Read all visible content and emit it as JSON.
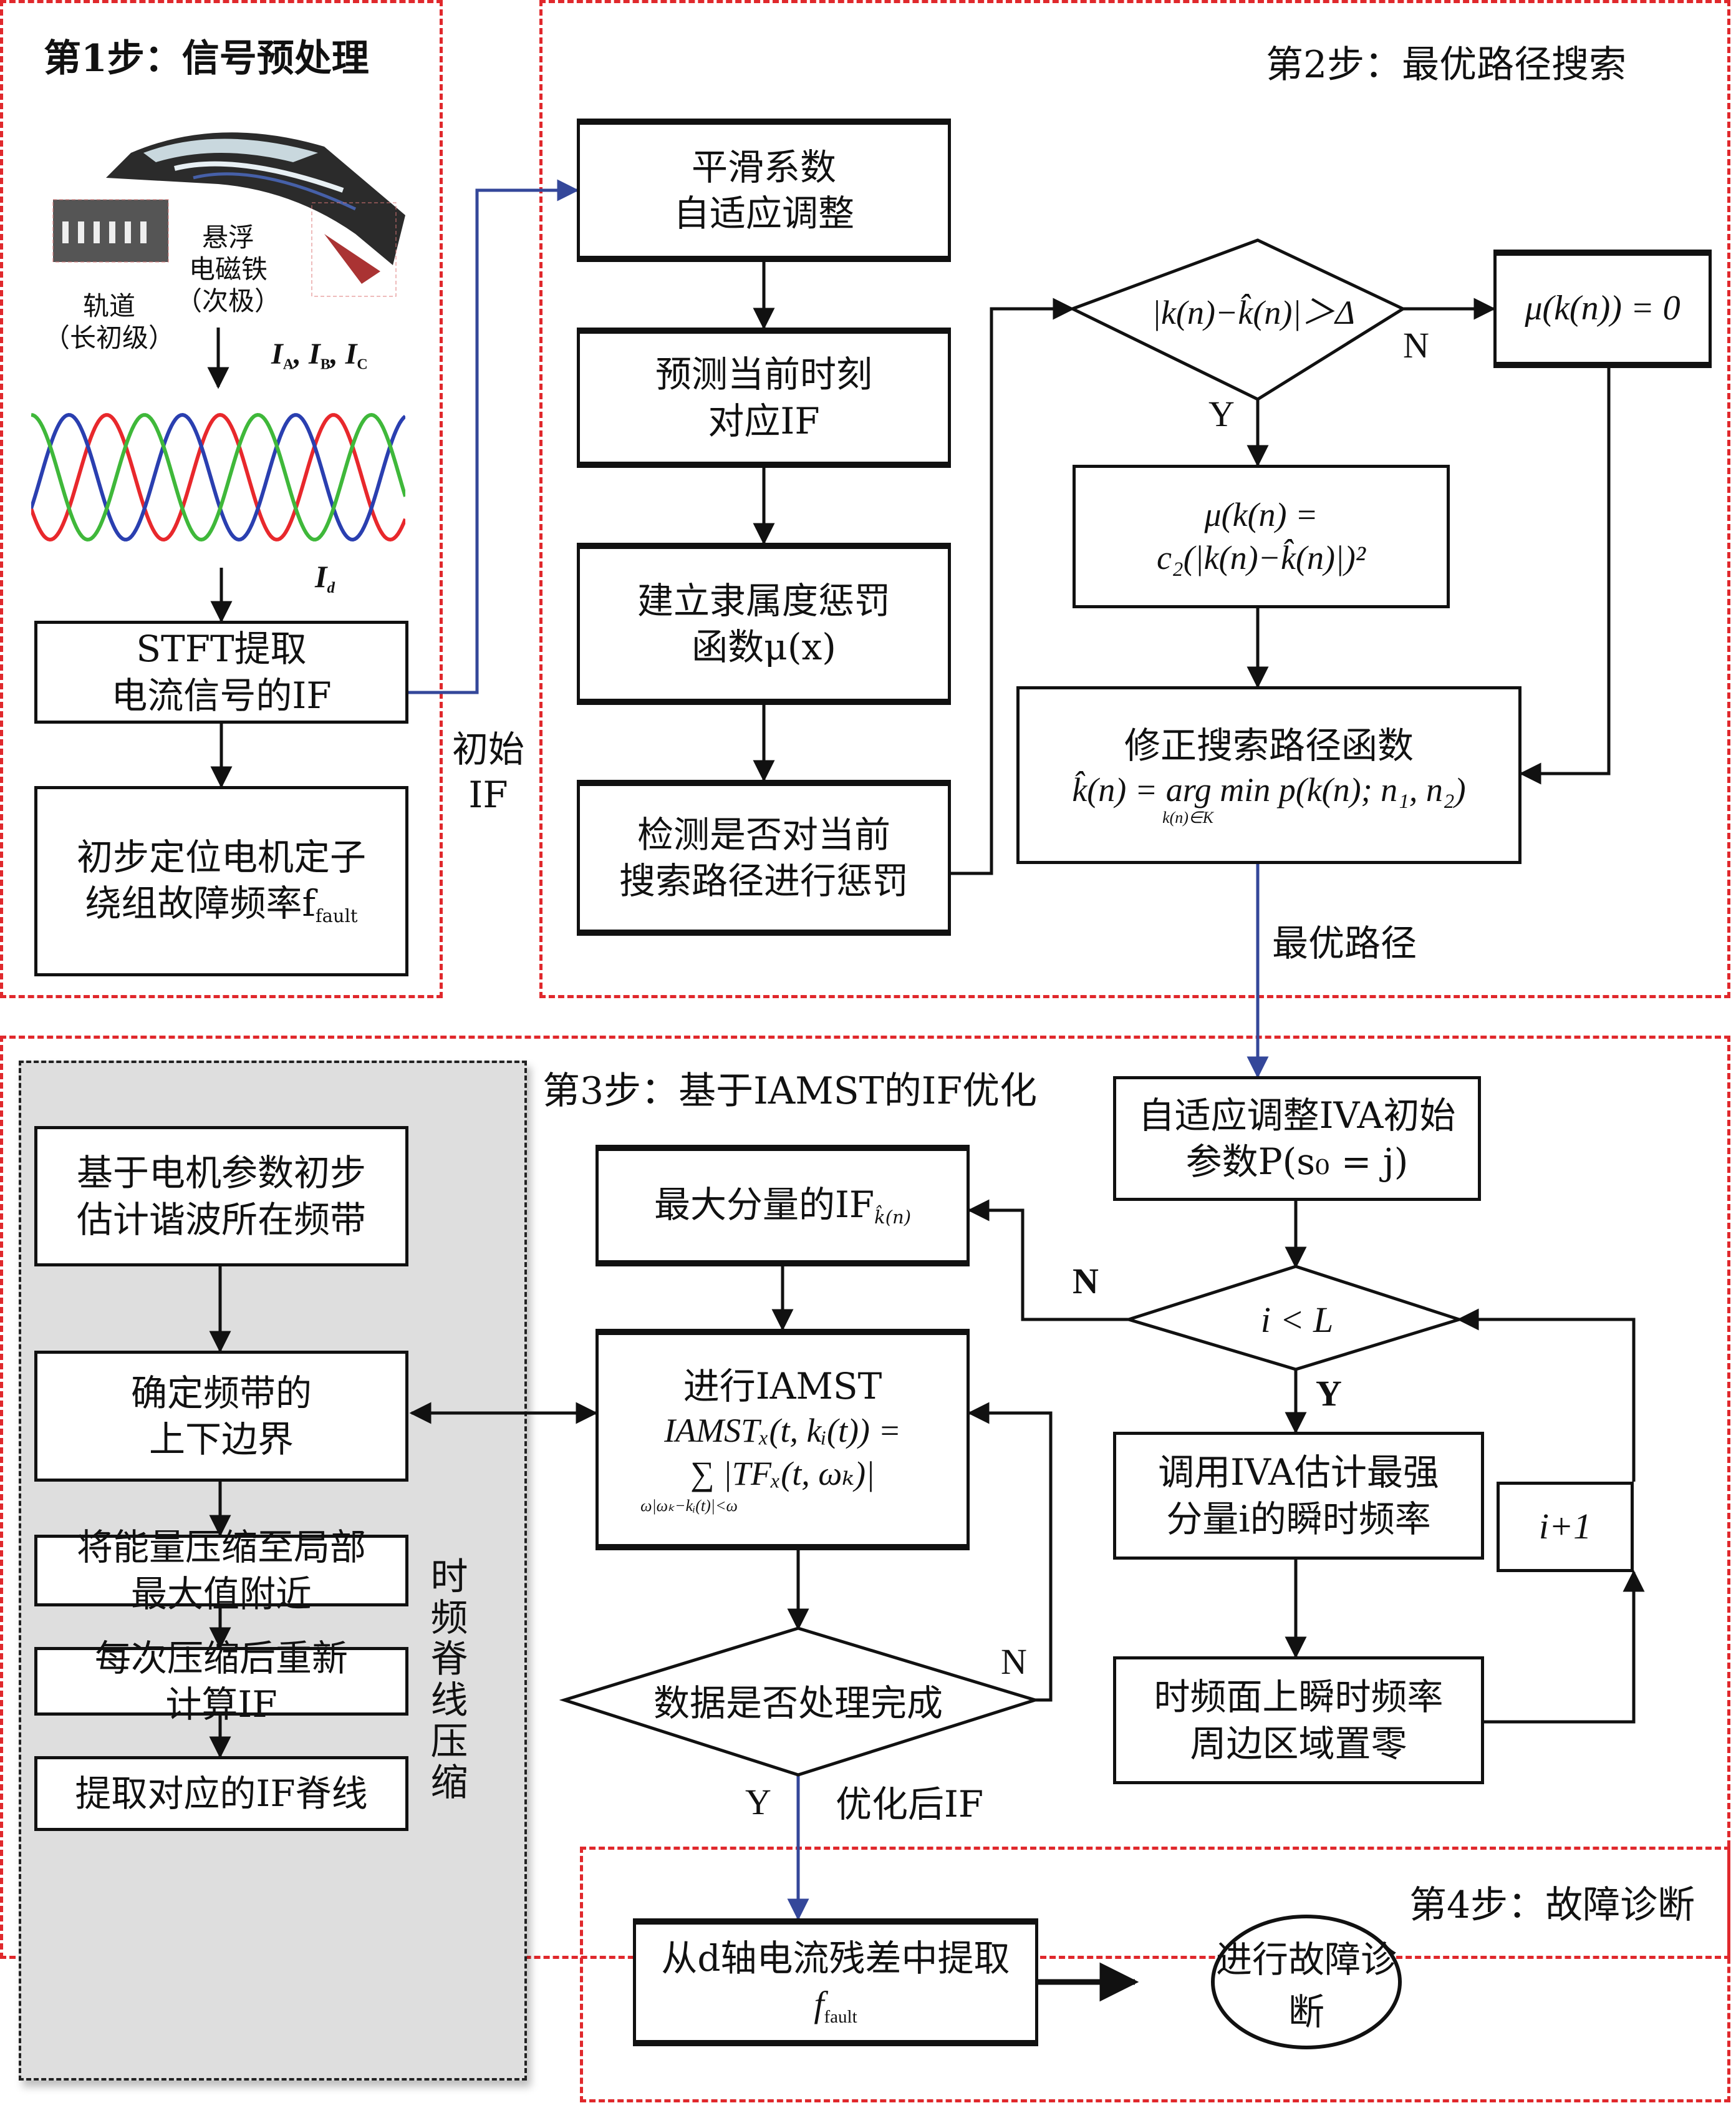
{
  "step1": {
    "title": "第1步：信号预处理",
    "image_labels": {
      "track": "轨道",
      "track_sub": "（长初级）",
      "magnet": "悬浮",
      "magnet2": "电磁铁",
      "magnet_sub": "（次极）"
    },
    "currents_label": "I_A, I_B, I_C",
    "id_label": "I_d",
    "box_stft_line1": "STFT提取",
    "box_stft_line2": "电流信号的IF",
    "box_locate_line1": "初步定位电机定子",
    "box_locate_line2": "绕组故障频率f",
    "box_locate_sub": "fault",
    "waveform_series": [
      "phase-A (red)",
      "phase-B (blue)",
      "phase-C (green)"
    ],
    "waveform_colors": [
      "#e8282c",
      "#2a3fb0",
      "#3fb83a"
    ]
  },
  "connector_initial_if": {
    "line1": "初始",
    "line2": "IF"
  },
  "step2": {
    "title": "第2步：最优路径搜索",
    "box_smooth_line1": "平滑系数",
    "box_smooth_line2": "自适应调整",
    "box_predict_line1": "预测当前时刻",
    "box_predict_line2": "对应IF",
    "box_membership_line1": "建立隶属度惩罚",
    "box_membership_line2": "函数μ(x)",
    "box_detect_line1": "检测是否对当前",
    "box_detect_line2": "搜索路径进行惩罚",
    "decision": "|k(n)−k̂(n)|＞Δ",
    "decision_no": "N",
    "decision_yes": "Y",
    "box_zero": "μ(k(n)) = 0",
    "box_penalty_line1": "μ(k(n) =",
    "box_penalty_line2": "c₂(|k(n)−k̂(n)|)²",
    "box_correct_title": "修正搜索路径函数",
    "box_correct_eq": "k̂(n) = arg min p(k(n); n₁, n₂)",
    "box_correct_under": "k(n)∈K",
    "optimal_path_label": "最优路径"
  },
  "step3": {
    "title": "第3步：基于IAMST的IF优化",
    "ridge_group_label": "时频脊线压缩",
    "ridge_boxes": [
      {
        "line1": "基于电机参数初步",
        "line2": "估计谐波所在频带"
      },
      {
        "line1": "确定频带的",
        "line2": "上下边界"
      },
      {
        "line1": "将能量压缩至局部",
        "line2": "最大值附近"
      },
      {
        "line1": "每次压缩后重新",
        "line2": "计算IF"
      },
      {
        "line1": "提取对应的IF脊线",
        "line2": ""
      }
    ],
    "box_maxcomp": "最大分量的IF",
    "box_maxcomp_sub": "k̂(n)",
    "box_iamst_line1": "进行IAMST",
    "box_iamst_line2": "IAMSTₓ(t, kᵢ(t)) =",
    "box_iamst_line3": "∑ |TFₓ(t, ωₖ)|",
    "box_iamst_under": "ω|ωₖ−kᵢ(t)|<ω",
    "decision_done": "数据是否处理完成",
    "decision_done_no": "N",
    "decision_done_yes": "Y",
    "optimized_if_label": "优化后IF",
    "box_iva_init_line1": "自适应调整IVA初始",
    "box_iva_init_line2": "参数P(s₀ = j)",
    "decision_loop": "i < L",
    "decision_loop_no": "N",
    "decision_loop_yes": "Y",
    "box_iva_call_line1": "调用IVA估计最强",
    "box_iva_call_line2": "分量i的瞬时频率",
    "box_zeroing_line1": "时频面上瞬时频率",
    "box_zeroing_line2": "周边区域置零",
    "box_increment": "i+1"
  },
  "step4": {
    "title": "第4步：故障诊断",
    "box_extract_line1": "从d轴电流残差中提取",
    "box_extract_line2": "f",
    "box_extract_sub": "fault",
    "ellipse_diagnose": "进行故障诊断"
  },
  "colors": {
    "region_border": "#e0282c",
    "flow_line": "#111111",
    "highlight_line": "#34479a",
    "shade_fill": "#dedede"
  }
}
